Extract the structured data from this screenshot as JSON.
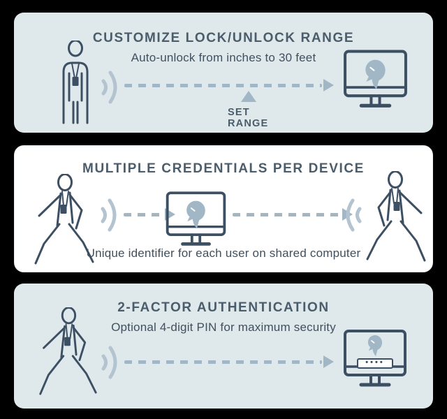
{
  "product": "proximity-token infographic",
  "colors": {
    "background": "#000000",
    "panel_blue": "#dfe9ec",
    "panel_white": "#ffffff",
    "ink": "#3d4f63",
    "title_text": "#4b5c6b",
    "body_text": "#41505f",
    "accent": "#a2b7c5",
    "waves": "#b3c3cf"
  },
  "icons": {
    "logo": "spartan-helmet",
    "person_standing": "standing-person-with-badge",
    "person_walking": "walking-person-with-badge",
    "computer": "desktop-monitor",
    "signal": "proximity-signal-waves",
    "arrow": "dashed-right-arrow",
    "pointer": "up-triangle"
  },
  "panels": [
    {
      "title": "CUSTOMIZE LOCK/UNLOCK RANGE",
      "subtitle": "Auto-unlock from inches to 30 feet",
      "range_label": "SET RANGE"
    },
    {
      "title": "MULTIPLE CREDENTIALS PER DEVICE",
      "caption": "Unique identifier for each user on shared computer"
    },
    {
      "title": "2-FACTOR AUTHENTICATION",
      "subtitle": "Optional 4-digit PIN for maximum security",
      "pin_dots": "••••"
    }
  ]
}
